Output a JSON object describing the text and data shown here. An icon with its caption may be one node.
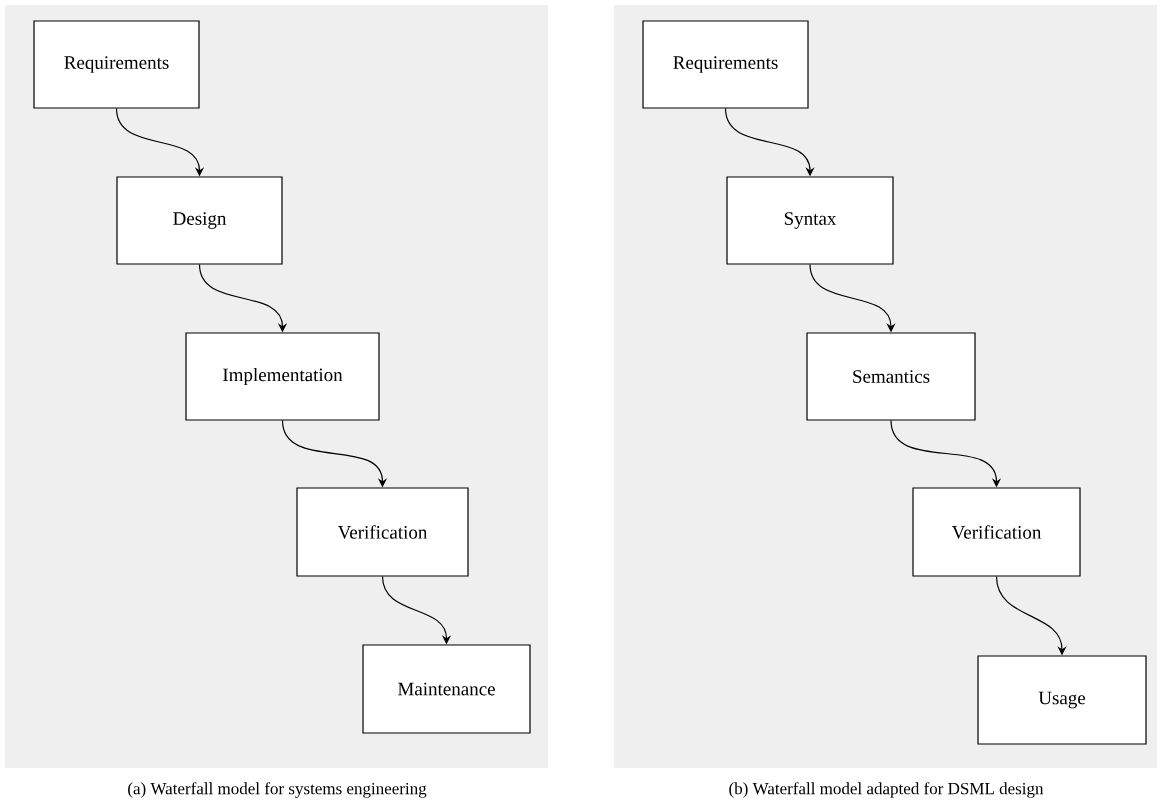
{
  "diagram": {
    "nodes": [
      {
        "text": [
          "Requirements"
        ]
      },
      {
        "text": [
          "Design"
        ]
      },
      {
        "text": [
          "Implementation"
        ]
      },
      {
        "text": [
          "Verification"
        ]
      },
      {
        "text": [
          "Maintenance"
        ]
      },
      {
        "text": [
          "Requirements"
        ]
      },
      {
        "text": [
          "Syntax"
        ]
      },
      {
        "text": [
          "Semantics"
        ]
      },
      {
        "text": [
          "Verification"
        ]
      },
      {
        "text": [
          "Usage"
        ]
      }
    ],
    "edges": [
      {
        "from": 0,
        "to": 1,
        "arrow": "to"
      },
      {
        "from": 1,
        "to": 2,
        "arrow": "to"
      },
      {
        "from": 2,
        "to": 3,
        "arrow": "to"
      },
      {
        "from": 3,
        "to": 4,
        "arrow": "to"
      },
      {
        "from": 5,
        "to": 6,
        "arrow": "to"
      },
      {
        "from": 6,
        "to": 7,
        "arrow": "to"
      },
      {
        "from": 7,
        "to": 8,
        "arrow": "to"
      },
      {
        "from": 8,
        "to": 9,
        "arrow": "to"
      }
    ],
    "labels": [
      "(a) Waterfall model for systems engineering",
      "(b) Waterfall model adapted for DSML design"
    ]
  }
}
